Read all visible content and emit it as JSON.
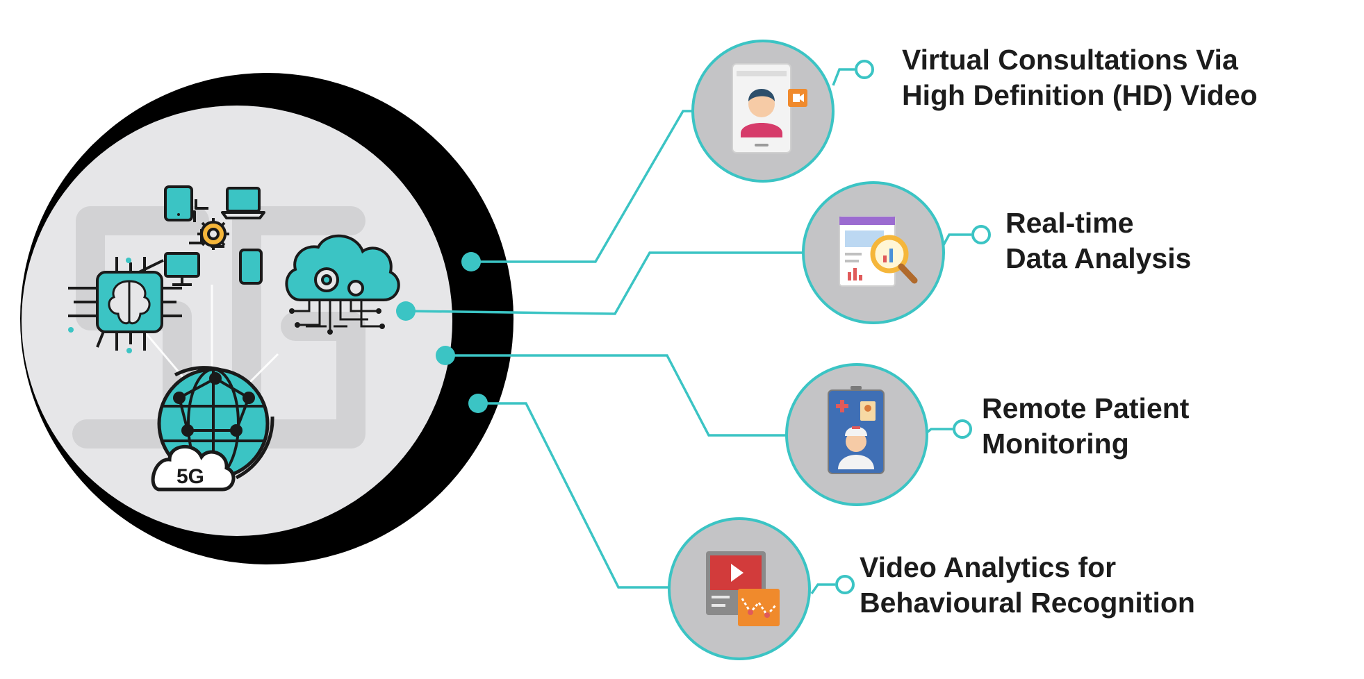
{
  "hub": {
    "badge": "5G",
    "watermark": "5G"
  },
  "items": [
    {
      "line1": "Virtual Consultations Via",
      "line2": "High Definition (HD) Video",
      "icon": "video-consultation-icon"
    },
    {
      "line1": "Real-time",
      "line2": "Data Analysis",
      "icon": "data-analysis-icon"
    },
    {
      "line1": "Remote Patient",
      "line2": "Monitoring",
      "icon": "remote-monitoring-icon"
    },
    {
      "line1": "Video Analytics for",
      "line2": "Behavioural Recognition",
      "icon": "video-analytics-icon"
    }
  ],
  "colors": {
    "accent": "#3bc4c4",
    "hub_ring": "#000000",
    "hub_fill": "#e6e6e8",
    "node_fill": "#c4c4c6",
    "text": "#1c1c1c"
  }
}
